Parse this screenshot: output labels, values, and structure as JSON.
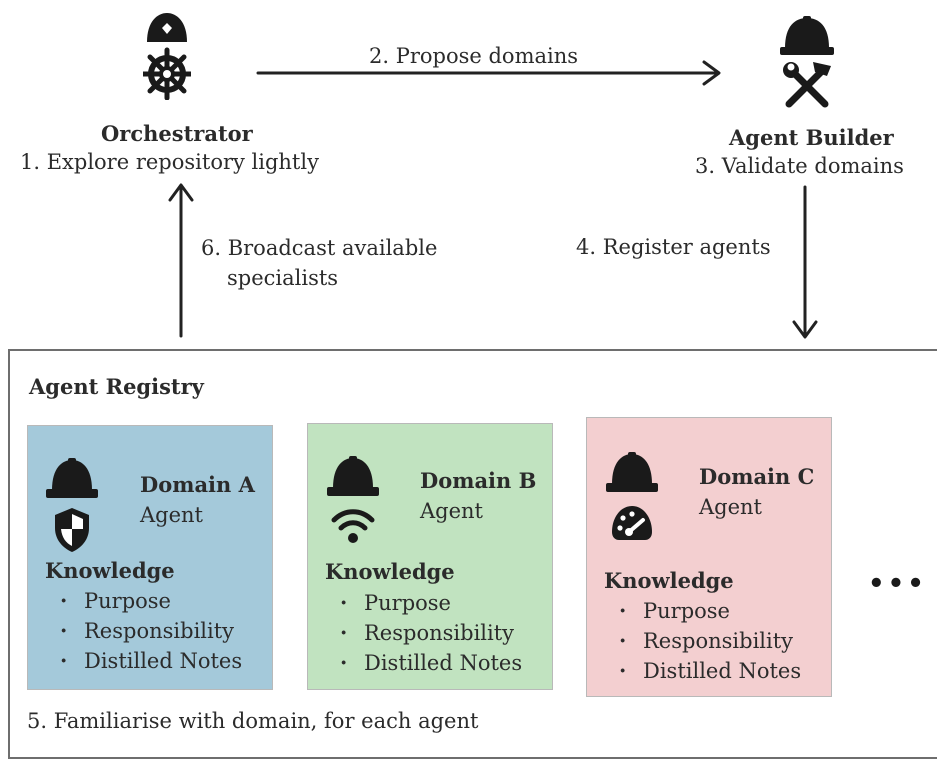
{
  "orchestrator": {
    "title": "Orchestrator",
    "step": "1. Explore repository lightly",
    "icon": "ship-wheel-icon"
  },
  "agent_builder": {
    "title": "Agent Builder",
    "step": "3. Validate domains",
    "icon": "builder-helmet-tools-icon"
  },
  "edges": {
    "propose": "2. Propose domains",
    "register": "4. Register agents",
    "broadcast_line1": "6. Broadcast available",
    "broadcast_line2": "specialists"
  },
  "registry": {
    "title": "Agent Registry",
    "footer": "5. Familiarise with domain, for each agent",
    "more": "•••",
    "knowledge_label": "Knowledge",
    "cards": [
      {
        "domain": "Domain A",
        "role": "Agent",
        "color": "#a4c9da",
        "icon": "shield-icon",
        "items": [
          "Purpose",
          "Responsibility",
          "Distilled Notes"
        ]
      },
      {
        "domain": "Domain B",
        "role": "Agent",
        "color": "#c1e3c0",
        "icon": "wifi-icon",
        "items": [
          "Purpose",
          "Responsibility",
          "Distilled Notes"
        ]
      },
      {
        "domain": "Domain C",
        "role": "Agent",
        "color": "#f3cfd0",
        "icon": "speedometer-icon",
        "items": [
          "Purpose",
          "Responsibility",
          "Distilled Notes"
        ]
      }
    ]
  }
}
